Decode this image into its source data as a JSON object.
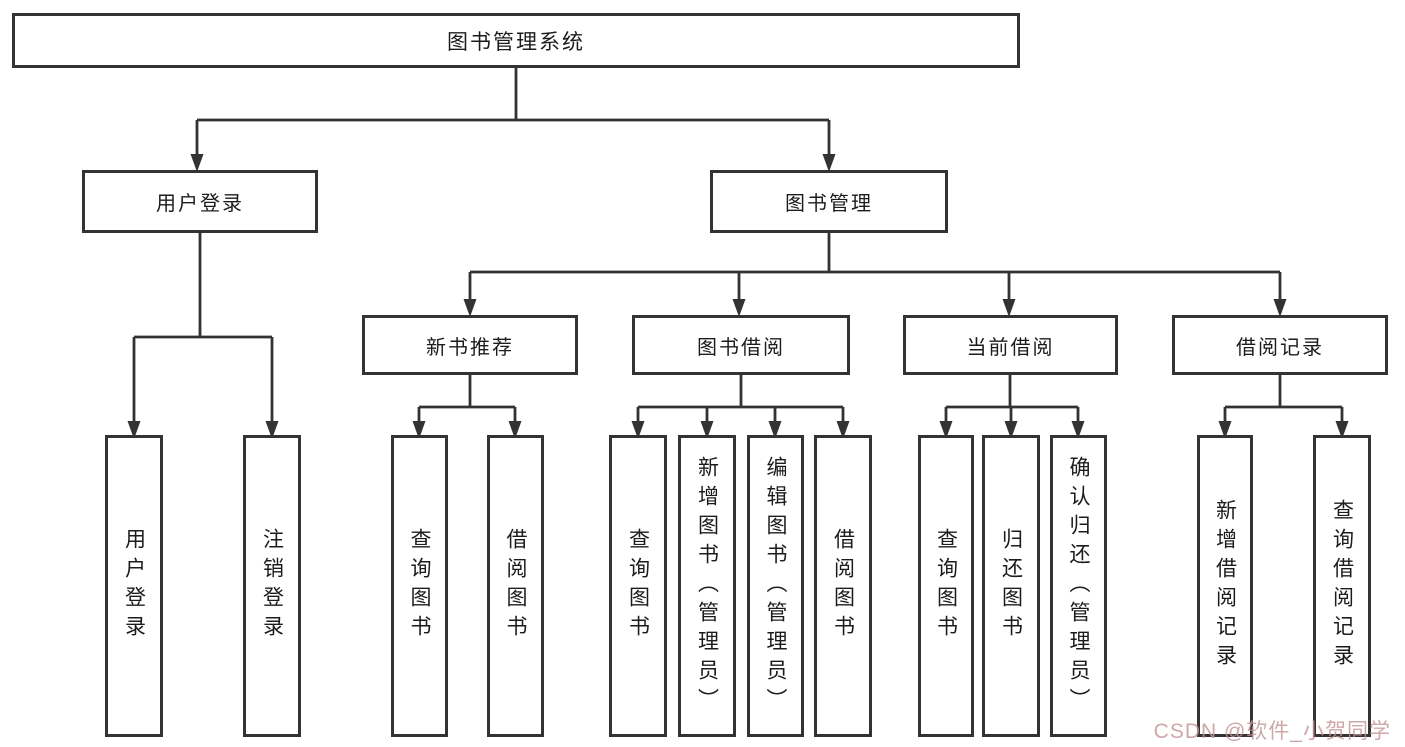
{
  "tree": {
    "label": "图书管理系统",
    "children": [
      {
        "label": "用户登录",
        "children": [
          {
            "label": "用户登录"
          },
          {
            "label": "注销登录"
          }
        ]
      },
      {
        "label": "图书管理",
        "children": [
          {
            "label": "新书推荐",
            "children": [
              {
                "label": "查询图书"
              },
              {
                "label": "借阅图书"
              }
            ]
          },
          {
            "label": "图书借阅",
            "children": [
              {
                "label": "查询图书"
              },
              {
                "label": "新增图书（管理员）"
              },
              {
                "label": "编辑图书（管理员）"
              },
              {
                "label": "借阅图书"
              }
            ]
          },
          {
            "label": "当前借阅",
            "children": [
              {
                "label": "查询图书"
              },
              {
                "label": "归还图书"
              },
              {
                "label": "确认归还（管理员）"
              }
            ]
          },
          {
            "label": "借阅记录",
            "children": [
              {
                "label": "新增借阅记录"
              },
              {
                "label": "查询借阅记录"
              }
            ]
          }
        ]
      }
    ]
  },
  "watermark": {
    "text": "CSDN @软件_小贺同学",
    "color": "#c39496"
  },
  "colors": {
    "line": "#333333",
    "box_border": "#333333",
    "box_fill": "#ffffff",
    "text": "#1c1c1c",
    "background": "#ffffff"
  }
}
